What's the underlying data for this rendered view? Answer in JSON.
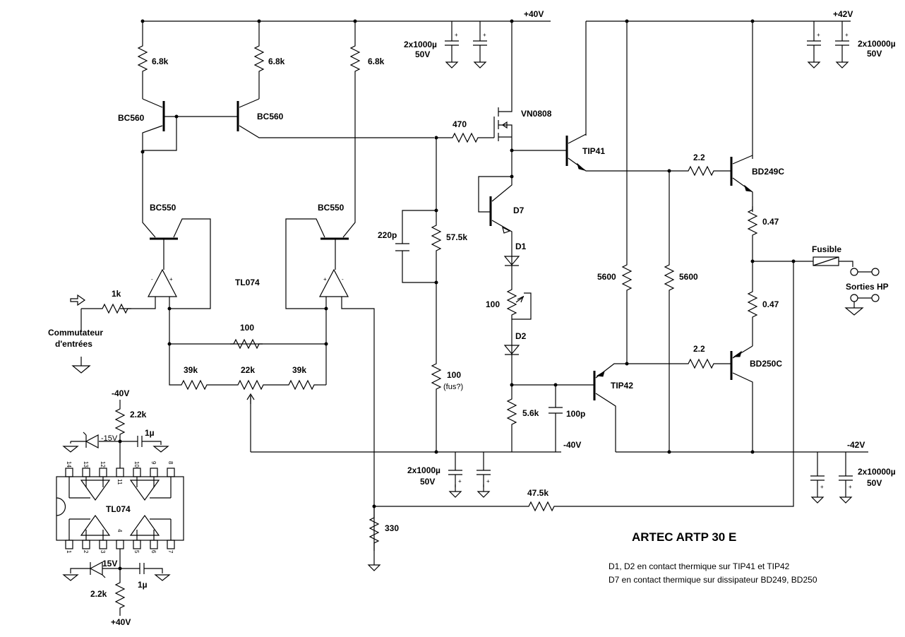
{
  "title": "ARTEC  ARTP 30 E",
  "notes": [
    "D1, D2 en contact thermique sur TIP41 et TIP42",
    "D7 en contact thermique sur dissipateur BD249, BD250"
  ],
  "rails": {
    "pos40": "+40V",
    "pos42": "+42V",
    "neg40": "-40V",
    "neg42": "-42V"
  },
  "caps": {
    "c1000": "2x1000µ",
    "c10000": "2x10000µ",
    "v50": "50V",
    "c220p": "220p",
    "c100p": "100p",
    "c1u": "1µ"
  },
  "resistors": {
    "r68k": "6.8k",
    "r470": "470",
    "r575k": "57.5k",
    "r100": "100",
    "r100fus": "100",
    "fus": "(fus?)",
    "r56k": "5.6k",
    "r5600": "5600",
    "r22": "2.2",
    "r047": "0.47",
    "r1k": "1k",
    "r39k": "39k",
    "r22k": "22k",
    "r475k": "47.5k",
    "r330": "330",
    "r22kk": "2.2k"
  },
  "parts": {
    "bc560": "BC560",
    "bc550": "BC550",
    "tl074": "TL074",
    "vn0808": "VN0808",
    "tip41": "TIP41",
    "tip42": "TIP42",
    "bd249c": "BD249C",
    "bd250c": "BD250C",
    "d7": "D7",
    "d1": "D1",
    "d2": "D2",
    "fusible": "Fusible",
    "sorties": "Sorties HP",
    "commutateur": "Commutateur",
    "entrees": "d'entrées"
  },
  "ic": {
    "pins_top": [
      "14",
      "13",
      "12",
      "11",
      "10",
      "9",
      "8"
    ],
    "pins_bottom": [
      "1",
      "2",
      "3",
      "4",
      "5",
      "6",
      "7"
    ],
    "zener": "15V",
    "neg_zener": "-15V",
    "rail_neg": "-40V",
    "rail_pos": "+40V"
  }
}
